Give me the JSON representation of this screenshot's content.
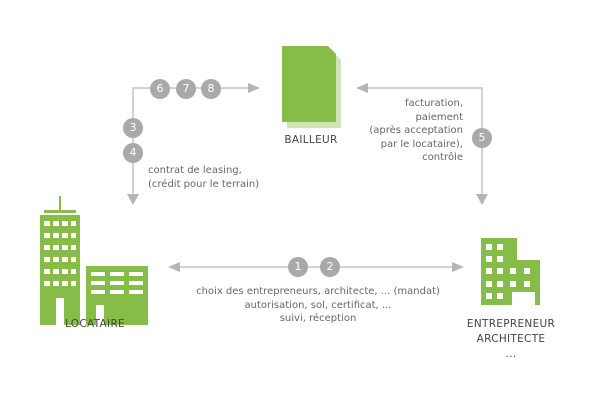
{
  "colors": {
    "green": "#86bd48",
    "line": "#bdbdbd",
    "circle": "#a9a9a9"
  },
  "nodes": {
    "bailleur": "BAILLEUR",
    "locataire": "LOCATAIRE",
    "entrepreneur": [
      "ENTREPRENEUR",
      "ARCHITECTE",
      "..."
    ]
  },
  "steps": [
    "1",
    "2",
    "3",
    "4",
    "5",
    "6",
    "7",
    "8"
  ],
  "texts": {
    "leasing": [
      "contrat de leasing,",
      "(crédit pour le terrain)"
    ],
    "facturation": [
      "facturation,",
      "paiement",
      "(après acceptation",
      "par le locataire),",
      "contrôle"
    ],
    "choix": [
      "choix des entrepreneurs, architecte, ... (mandat)",
      "autorisation, sol, certificat, ...",
      "suivi, réception"
    ]
  }
}
